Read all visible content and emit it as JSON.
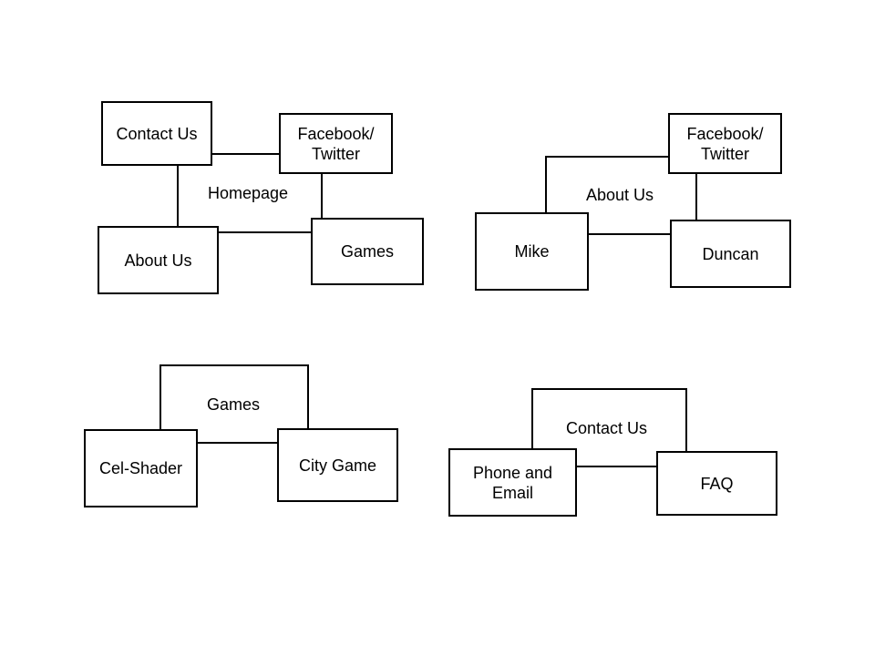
{
  "diagrams": [
    {
      "center_label": "Homepage",
      "nodes": [
        "Contact Us",
        "Facebook/\nTwitter",
        "About Us",
        "Games"
      ]
    },
    {
      "center_label": "About Us",
      "nodes": [
        "Facebook/\nTwitter",
        "Mike",
        "Duncan"
      ]
    },
    {
      "center_label": "Games",
      "nodes": [
        "Cel-Shader",
        "City Game"
      ]
    },
    {
      "center_label": "Contact Us",
      "nodes": [
        "Phone and\nEmail",
        "FAQ"
      ]
    }
  ],
  "colors": {
    "stroke": "#000000",
    "background": "#ffffff"
  }
}
